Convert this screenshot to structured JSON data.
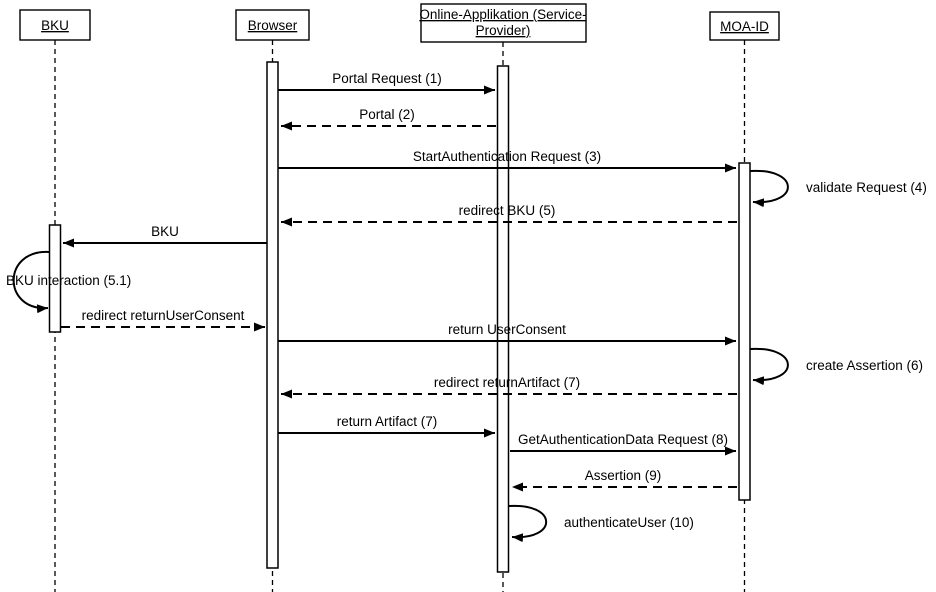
{
  "diagram": {
    "type": "uml-sequence",
    "actors": [
      {
        "id": "bku",
        "lines": [
          "BKU"
        ]
      },
      {
        "id": "browser",
        "lines": [
          "Browser"
        ]
      },
      {
        "id": "online-app",
        "lines": [
          "Online-Applikation (Service-",
          "Provider)"
        ]
      },
      {
        "id": "moa-id",
        "lines": [
          "MOA-ID"
        ]
      }
    ],
    "messages": [
      {
        "n": 1,
        "label": "Portal Request (1)",
        "from": "browser",
        "to": "online-app",
        "style": "solid"
      },
      {
        "n": 2,
        "label": "Portal (2)",
        "from": "online-app",
        "to": "browser",
        "style": "dashed"
      },
      {
        "n": 3,
        "label": "StartAuthentication Request (3)",
        "from": "browser",
        "to": "moa-id",
        "style": "solid"
      },
      {
        "n": 4,
        "label": "validate Request (4)",
        "from": "moa-id",
        "to": "moa-id",
        "style": "self"
      },
      {
        "n": 5,
        "label": "redirect BKU (5)",
        "from": "moa-id",
        "to": "browser",
        "style": "dashed"
      },
      {
        "n": 6,
        "label": "BKU",
        "from": "browser",
        "to": "bku",
        "style": "solid"
      },
      {
        "n": 7,
        "label": "BKU interaction (5.1)",
        "from": "bku",
        "to": "bku",
        "style": "self"
      },
      {
        "n": 8,
        "label": "redirect returnUserConsent",
        "from": "bku",
        "to": "browser",
        "style": "dashed"
      },
      {
        "n": 9,
        "label": "return UserConsent",
        "from": "browser",
        "to": "moa-id",
        "style": "solid"
      },
      {
        "n": 10,
        "label": "create Assertion (6)",
        "from": "moa-id",
        "to": "moa-id",
        "style": "self"
      },
      {
        "n": 11,
        "label": "redirect returnArtifact (7)",
        "from": "moa-id",
        "to": "browser",
        "style": "dashed"
      },
      {
        "n": 12,
        "label": "return Artifact (7)",
        "from": "browser",
        "to": "online-app",
        "style": "solid"
      },
      {
        "n": 13,
        "label": "GetAuthenticationData Request (8)",
        "from": "online-app",
        "to": "moa-id",
        "style": "solid"
      },
      {
        "n": 14,
        "label": "Assertion (9)",
        "from": "moa-id",
        "to": "online-app",
        "style": "dashed"
      },
      {
        "n": 15,
        "label": "authenticateUser (10)",
        "from": "online-app",
        "to": "online-app",
        "style": "self"
      }
    ],
    "colors": {
      "line": "#000000",
      "background": "#ffffff",
      "activation_fill": "#ffffff"
    }
  }
}
